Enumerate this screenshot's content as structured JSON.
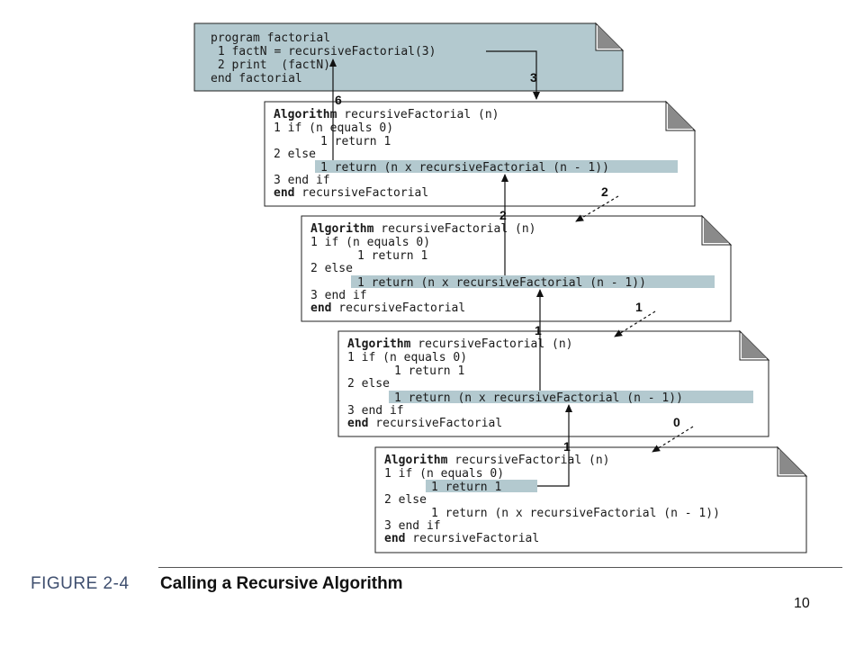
{
  "program": {
    "lines": [
      "program factorial",
      " 1 factN = recursiveFactorial(3)",
      " 2 print  (factN)",
      "end factorial"
    ]
  },
  "algorithm": {
    "keyword": "Algorithm",
    "header_rest": " recursiveFactorial (n)",
    "if_line": "1 if (n equals 0)",
    "return_one": "1 return 1",
    "else_line": "2 else",
    "recursive_return": "1 return (n x recursiveFactorial (n - 1))",
    "end_if": "3 end if",
    "end_keyword": "end",
    "end_rest": " recursiveFactorial"
  },
  "labels": {
    "call_3": "3",
    "return_6": "6",
    "call_2": "2",
    "return_2": "2",
    "call_1": "1",
    "return_1": "1",
    "call_0": "0",
    "return_1b": "1"
  },
  "figure": {
    "label": "FIGURE 2-4",
    "title": "Calling a Recursive Algorithm"
  },
  "page_number": "10",
  "colors": {
    "program_fill": "#b3c9cf",
    "highlight": "#b3c9cf",
    "fold_shadow": "#8a8a8a"
  }
}
